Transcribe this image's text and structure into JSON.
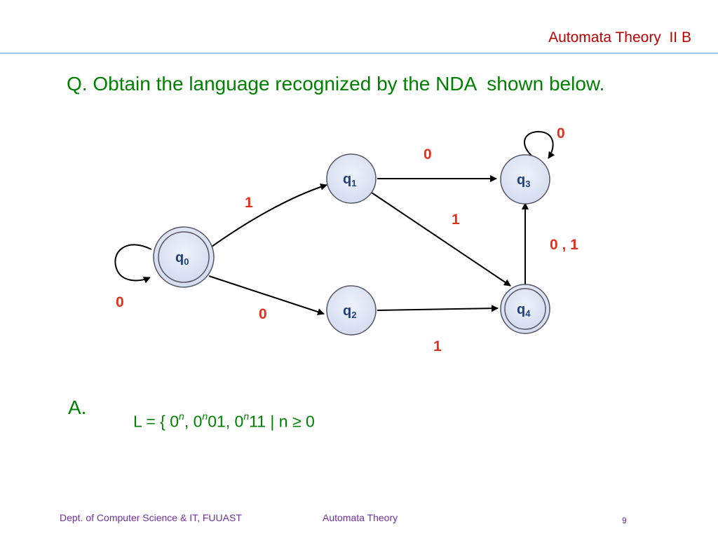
{
  "header": {
    "title": "Automata Theory  II B"
  },
  "question": "Q. Obtain the language recognized by the NDA  shown below.",
  "diagram": {
    "states": [
      {
        "id": "q0",
        "name": "q",
        "sub": "0",
        "accepting": true
      },
      {
        "id": "q1",
        "name": "q",
        "sub": "1",
        "accepting": false
      },
      {
        "id": "q2",
        "name": "q",
        "sub": "2",
        "accepting": false
      },
      {
        "id": "q3",
        "name": "q",
        "sub": "3",
        "accepting": false
      },
      {
        "id": "q4",
        "name": "q",
        "sub": "4",
        "accepting": true
      }
    ],
    "transitions": [
      {
        "from": "q0",
        "to": "q0",
        "label": "0"
      },
      {
        "from": "q0",
        "to": "q1",
        "label": "1"
      },
      {
        "from": "q0",
        "to": "q2",
        "label": "0"
      },
      {
        "from": "q1",
        "to": "q3",
        "label": "0"
      },
      {
        "from": "q1",
        "to": "q4",
        "label": "1"
      },
      {
        "from": "q2",
        "to": "q4",
        "label": "1"
      },
      {
        "from": "q3",
        "to": "q3",
        "label": "0"
      },
      {
        "from": "q4",
        "to": "q3",
        "label": "0 , 1"
      }
    ]
  },
  "answer": {
    "marker": "A.",
    "parts": [
      "L = { 0",
      "n",
      ", 0",
      "n",
      "01, 0",
      "n",
      "11 | n ≥ 0"
    ]
  },
  "footer": {
    "left": "Dept. of Computer Science & IT, FUUAST",
    "center": "Automata Theory",
    "page": "9"
  }
}
